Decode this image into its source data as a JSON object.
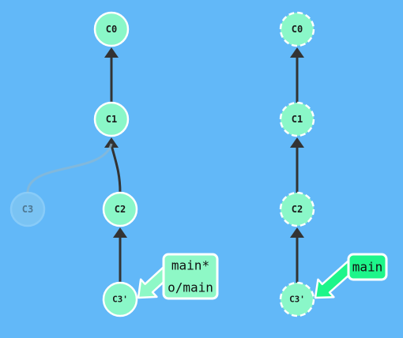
{
  "panels": [
    {
      "commits": [
        {
          "id": "C0",
          "label": "C0",
          "style": "solid"
        },
        {
          "id": "C1",
          "label": "C1",
          "style": "solid"
        },
        {
          "id": "C2",
          "label": "C2",
          "style": "solid"
        },
        {
          "id": "C3p",
          "label": "C3'",
          "style": "solid"
        },
        {
          "id": "C3",
          "label": "C3",
          "style": "faded"
        }
      ],
      "edges": [
        {
          "from": "C1",
          "to": "C0"
        },
        {
          "from": "C2",
          "to": "C1"
        },
        {
          "from": "C3p",
          "to": "C2"
        },
        {
          "from": "C3",
          "to": "C1",
          "style": "faded"
        }
      ],
      "branch": {
        "lines": [
          "main*",
          "o/main"
        ],
        "points_to": "C3p"
      }
    },
    {
      "commits": [
        {
          "id": "C0",
          "label": "C0",
          "style": "dashed"
        },
        {
          "id": "C1",
          "label": "C1",
          "style": "dashed"
        },
        {
          "id": "C2",
          "label": "C2",
          "style": "dashed"
        },
        {
          "id": "C3p",
          "label": "C3'",
          "style": "dashed"
        }
      ],
      "edges": [
        {
          "from": "C1",
          "to": "C0"
        },
        {
          "from": "C2",
          "to": "C1"
        },
        {
          "from": "C3p",
          "to": "C2"
        }
      ],
      "branch": {
        "lines": [
          "main"
        ],
        "points_to": "C3p"
      }
    }
  ],
  "colors": {
    "background": "#62b8f8",
    "commit_fill": "#8af7c8",
    "commit_border": "#ffffff",
    "edge": "#333333",
    "branch_fill_left": "#8ef8c6",
    "branch_fill_right": "#1ef58a",
    "branch_border": "#ffffff"
  }
}
